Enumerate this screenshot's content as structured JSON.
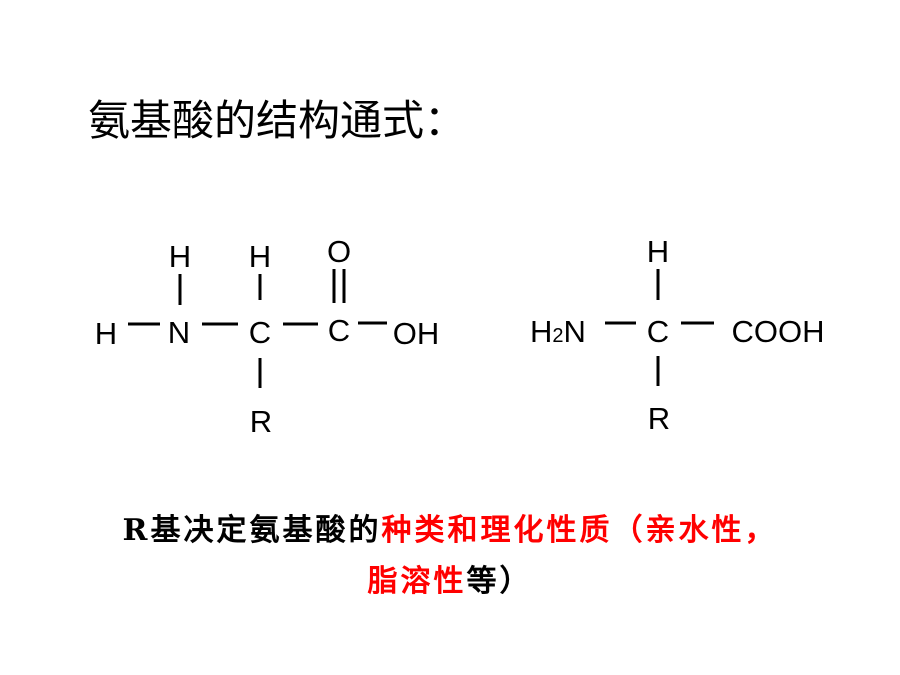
{
  "title": "氨基酸的结构通式：",
  "formula_full": {
    "atoms": {
      "h_top_n": "H",
      "h_top_c": "H",
      "o_top": "O",
      "h_left": "H",
      "n": "N",
      "c_alpha": "C",
      "c_carboxyl": "C",
      "oh": "OH",
      "r": "R"
    }
  },
  "formula_condensed": {
    "atoms": {
      "h_top": "H",
      "h2n_h": "H",
      "h2n_sub": "2",
      "h2n_n": "N",
      "c_alpha": "C",
      "cooh": "COOH",
      "r": "R"
    }
  },
  "caption": {
    "line1_black": "R基决定氨基酸的",
    "line1_red": "种类和理化性质（亲水性，",
    "line2_red": "脂溶性",
    "line2_black": "等）"
  },
  "colors": {
    "text": "#000000",
    "highlight": "#ff0000",
    "background": "#ffffff"
  }
}
